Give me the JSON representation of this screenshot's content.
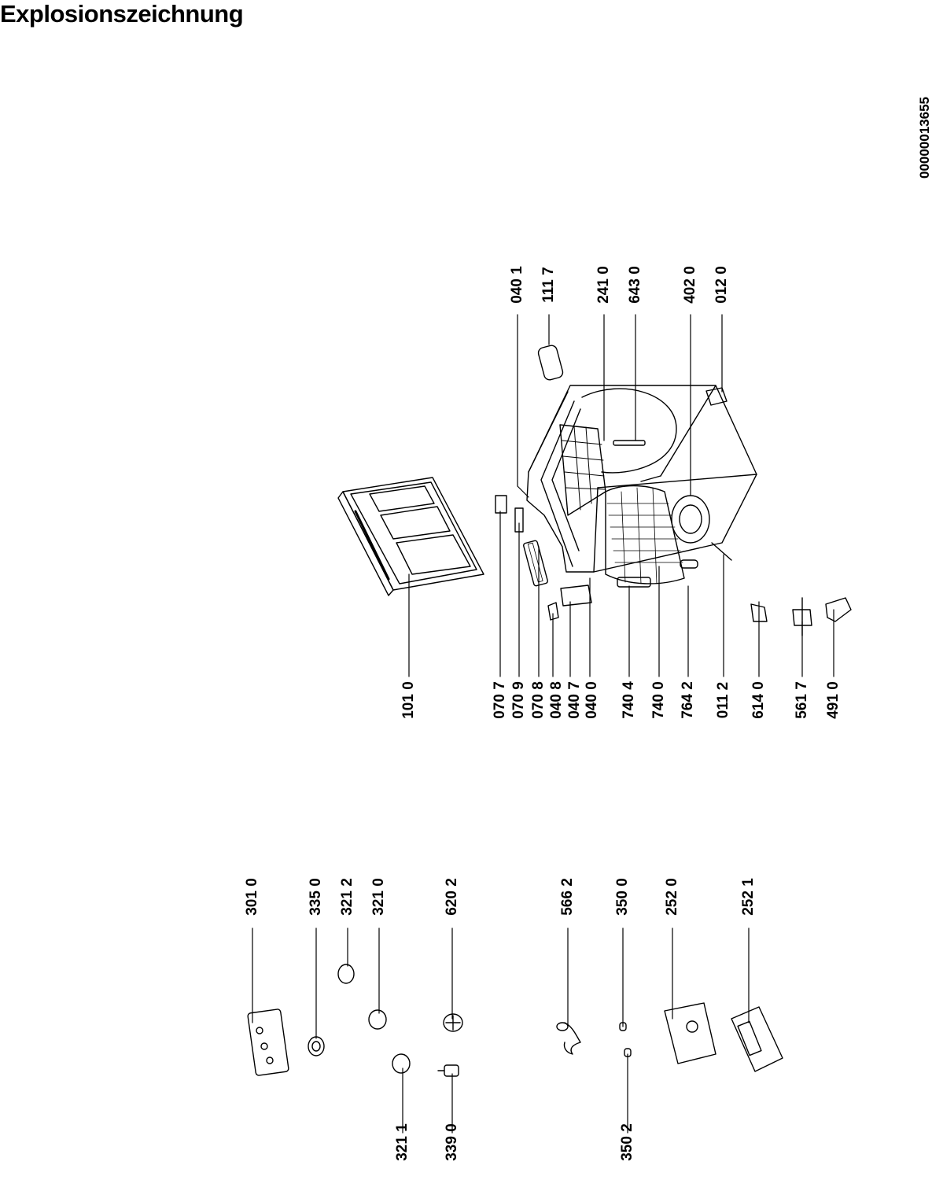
{
  "title": "Explosionszeichnung",
  "document_number": "00000013655",
  "part_labels": {
    "p1010": "101 0",
    "p0707": "070 7",
    "p0709": "070 9",
    "p0708": "070 8",
    "p0408": "040 8",
    "p0407": "040 7",
    "p0400": "040 0",
    "p7404": "740 4",
    "p7400": "740 0",
    "p7642": "764 2",
    "p0112": "011 2",
    "p6140": "614 0",
    "p5617": "561 7",
    "p4910": "491 0",
    "p0401": "040 1",
    "p1117": "111 7",
    "p2410": "241 0",
    "p6430": "643 0",
    "p4020": "402 0",
    "p0120": "012 0",
    "p3010": "301 0",
    "p3350": "335 0",
    "p3212": "321 2",
    "p3210": "321 0",
    "p6202": "620 2",
    "p5662": "566 2",
    "p3500": "350 0",
    "p2520": "252 0",
    "p2521": "252 1",
    "p3211": "321 1",
    "p3390": "339 0",
    "p3502": "350 2"
  }
}
